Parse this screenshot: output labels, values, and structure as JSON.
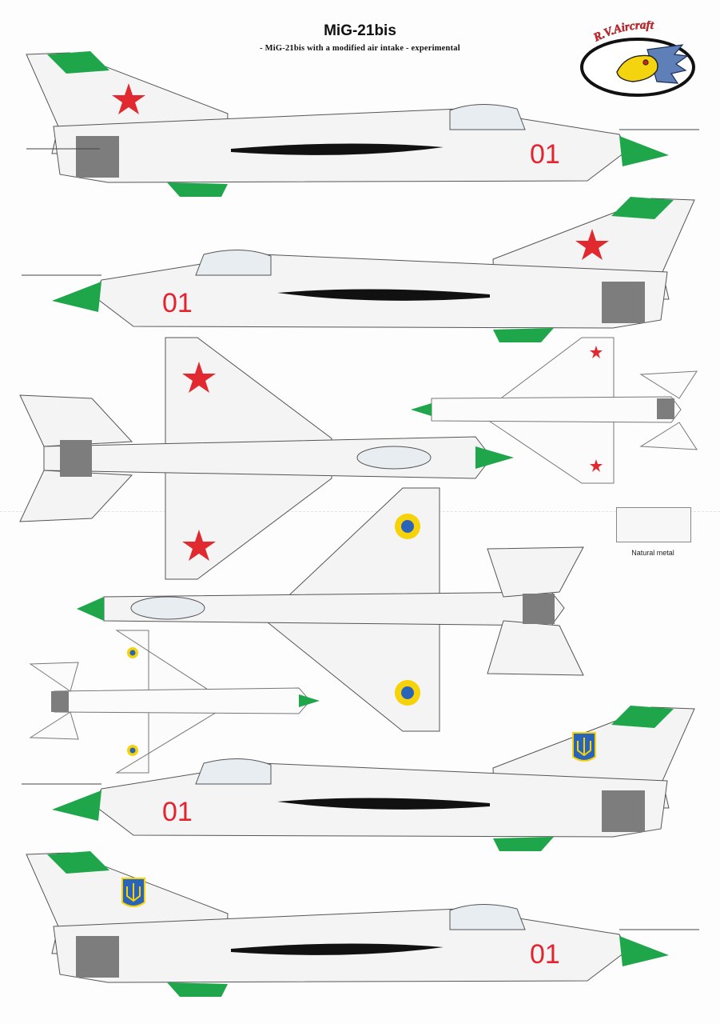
{
  "header": {
    "title": "MiG-21bis",
    "subtitle": "- MiG-21bis with a modified air intake - experimental"
  },
  "logo": {
    "text": "R.V.Aircraft",
    "icon": "eagle-head-icon"
  },
  "legend": {
    "swatch_label": "Natural metal",
    "swatch_color": "#f7f7f7"
  },
  "aircraft": {
    "side_number": "01",
    "colors": {
      "green": "#1fa54a",
      "red_star": "#e02a2f",
      "number_red": "#e5232f",
      "metal": "#f4f4f4",
      "panel_line": "#9a9a9a",
      "anti_glare": "#3a3a3a",
      "exhaust": "#7d7d7d",
      "roundel_blue": "#2a64b8",
      "roundel_yellow": "#f5d20a"
    },
    "profiles": [
      {
        "view": "left-side",
        "markings": "red-star"
      },
      {
        "view": "right-side",
        "markings": "red-star"
      },
      {
        "view": "top",
        "markings": "red-star"
      },
      {
        "view": "bottom",
        "markings": "red-star"
      },
      {
        "view": "top",
        "markings": "ukraine-roundel"
      },
      {
        "view": "bottom",
        "markings": "ukraine-roundel"
      },
      {
        "view": "right-side",
        "markings": "ukraine-trident"
      },
      {
        "view": "left-side",
        "markings": "ukraine-trident"
      }
    ]
  }
}
